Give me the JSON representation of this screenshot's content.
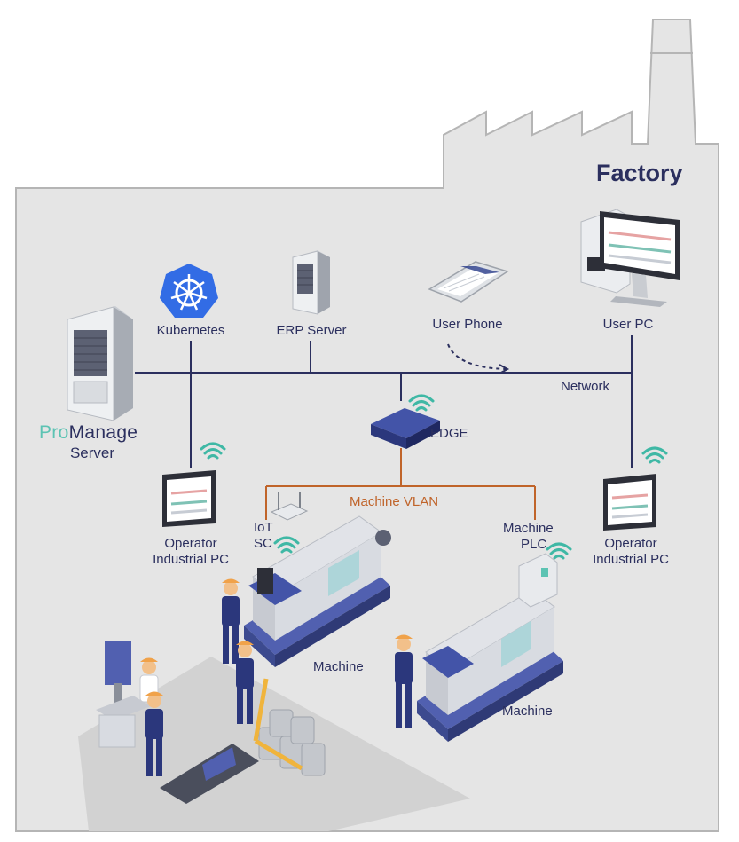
{
  "title": "Factory",
  "nodes": {
    "kubernetes": "Kubernetes",
    "erp_server": "ERP Server",
    "user_phone": "User Phone",
    "user_pc": "User PC",
    "network": "Network",
    "edge": "EDGE",
    "machine_vlan": "Machine VLAN",
    "iot_sc": [
      "IoT",
      "SC"
    ],
    "machine_plc": [
      "Machine",
      "PLC"
    ],
    "operator_pc_left": [
      "Operator",
      "Industrial PC"
    ],
    "operator_pc_right": [
      "Operator",
      "Industrial PC"
    ],
    "machine_left": "Machine",
    "machine_right": "Machine"
  },
  "brand": {
    "prefix": "Pro",
    "suffix": "Manage",
    "line2": "Server"
  },
  "colors": {
    "background": "#e5e5e5",
    "outline": "#b5b5b5",
    "network_line": "#2b2f5e",
    "vlan_line": "#c0642a",
    "brand_accent": "#5cc3b3",
    "kubernetes_blue": "#326ce5",
    "wifi": "#3fb8a5"
  }
}
